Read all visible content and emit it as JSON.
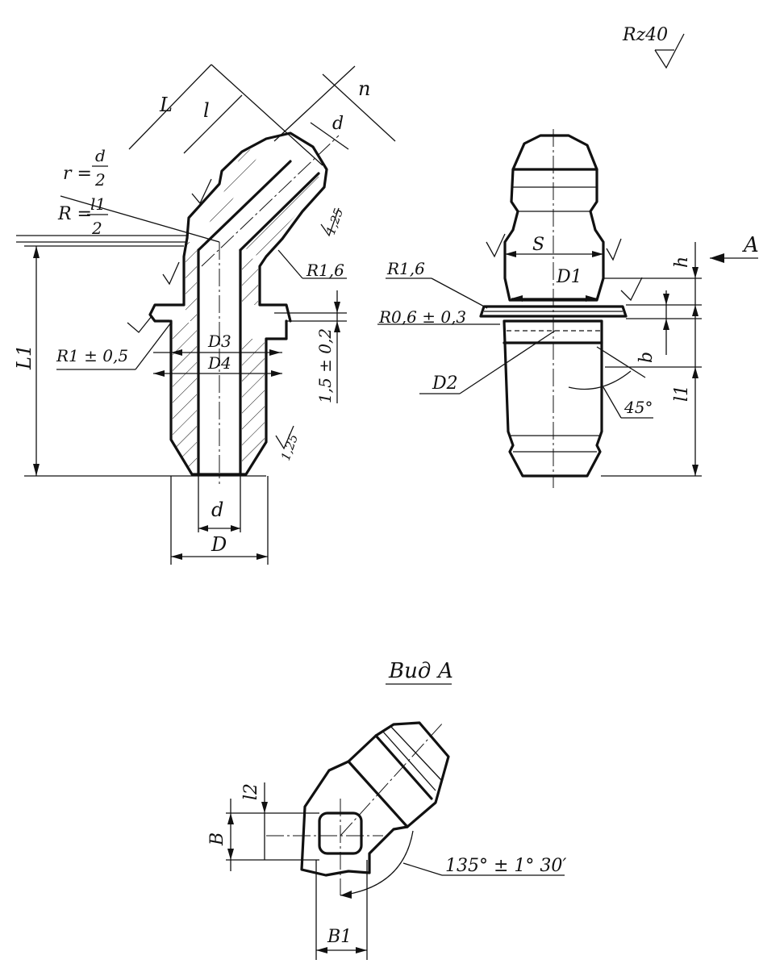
{
  "roughness": {
    "general": "Rz40",
    "local": "1,25"
  },
  "left_view": {
    "labels": {
      "L": "L",
      "l": "l",
      "n": "n",
      "d_top": "d",
      "r_lhs": "r =",
      "r_num": "d",
      "r_den": "2",
      "R_lhs": "R =",
      "R_num": "l1",
      "R_den": "2",
      "R16": "R1,6",
      "R1": "R1 ± 0,5",
      "L1": "L1",
      "D3": "D3",
      "D4": "D4",
      "tol15": "1,5 ± 0,2",
      "d_bottom": "d",
      "D": "D"
    }
  },
  "right_view": {
    "labels": {
      "A": "A",
      "h": "h",
      "S": "S",
      "R16": "R1,6",
      "D1": "D1",
      "R06": "R0,6 ± 0,3",
      "D2": "D2",
      "b": "b",
      "angle45": "45°",
      "l1": "l1"
    }
  },
  "view_a": {
    "title": "Вид А",
    "labels": {
      "l2": "l2",
      "B": "B",
      "angle": "135° ± 1° 30′",
      "B1": "B1"
    }
  }
}
